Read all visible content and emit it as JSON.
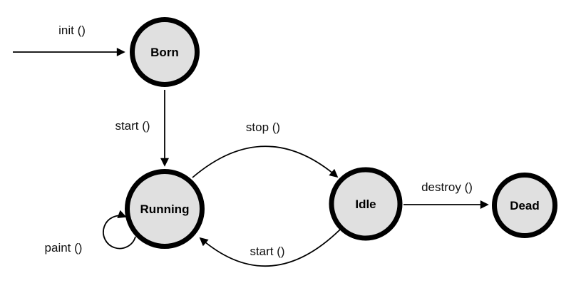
{
  "diagram": {
    "kind": "state-machine",
    "nodes": {
      "born": {
        "label": "Born"
      },
      "running": {
        "label": "Running"
      },
      "idle": {
        "label": "Idle"
      },
      "dead": {
        "label": "Dead"
      }
    },
    "edges": {
      "init": {
        "label": "init ()",
        "from": "start",
        "to": "born"
      },
      "start_top": {
        "label": "start ()",
        "from": "born",
        "to": "running"
      },
      "stop": {
        "label": "stop ()",
        "from": "running",
        "to": "idle"
      },
      "start_bottom": {
        "label": "start ()",
        "from": "idle",
        "to": "running"
      },
      "paint": {
        "label": "paint ()",
        "from": "running",
        "to": "running"
      },
      "destroy": {
        "label": "destroy ()",
        "from": "idle",
        "to": "dead"
      }
    },
    "colors": {
      "node_fill": "#e0e0e0",
      "node_stroke": "#000000",
      "background": "#ffffff"
    }
  }
}
